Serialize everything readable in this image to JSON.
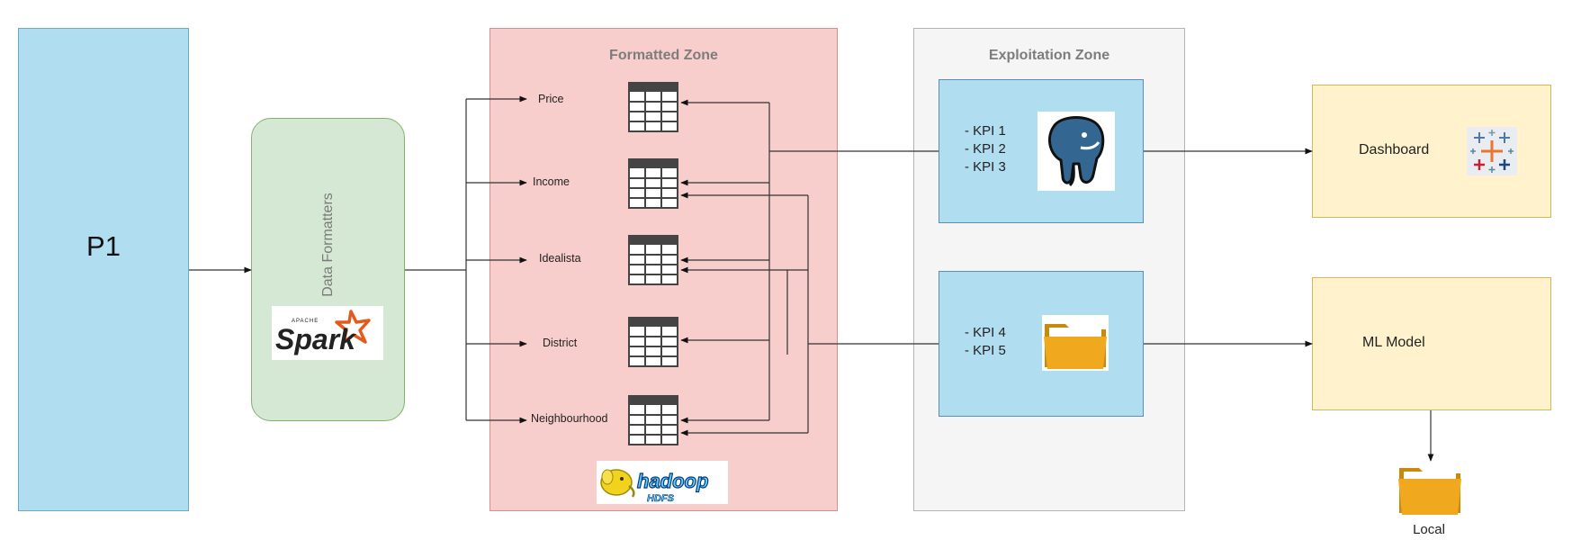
{
  "p1": {
    "label": "P1"
  },
  "formatters": {
    "label": "Data Formatters",
    "logo": "spark-logo"
  },
  "formatted_zone": {
    "title": "Formatted Zone",
    "datasets": [
      {
        "label": "Price"
      },
      {
        "label": "Income"
      },
      {
        "label": "Idealista"
      },
      {
        "label": "District"
      },
      {
        "label": "Neighbourhood"
      }
    ],
    "storage_logo": "hadoop-hdfs-logo"
  },
  "exploitation_zone": {
    "title": "Exploitation Zone",
    "groups": [
      {
        "kpis": [
          "- KPI 1",
          "- KPI 2",
          "- KPI 3"
        ],
        "icon": "postgresql-icon"
      },
      {
        "kpis": [
          "- KPI 4",
          "- KPI 5"
        ],
        "icon": "folder-icon"
      }
    ]
  },
  "consumers": {
    "dashboard": {
      "label": "Dashboard",
      "icon": "tableau-icon"
    },
    "ml_model": {
      "label": "ML Model"
    },
    "local": {
      "label": "Local",
      "icon": "folder-icon"
    }
  },
  "colors": {
    "p1_fill": "#b1ddf0",
    "formatters_fill": "#d5e8d4",
    "formatted_zone_fill": "#f8cecc",
    "exploitation_zone_fill": "#f5f5f5",
    "consumer_fill": "#fff2cc",
    "folder_orange": "#f0a81e"
  }
}
